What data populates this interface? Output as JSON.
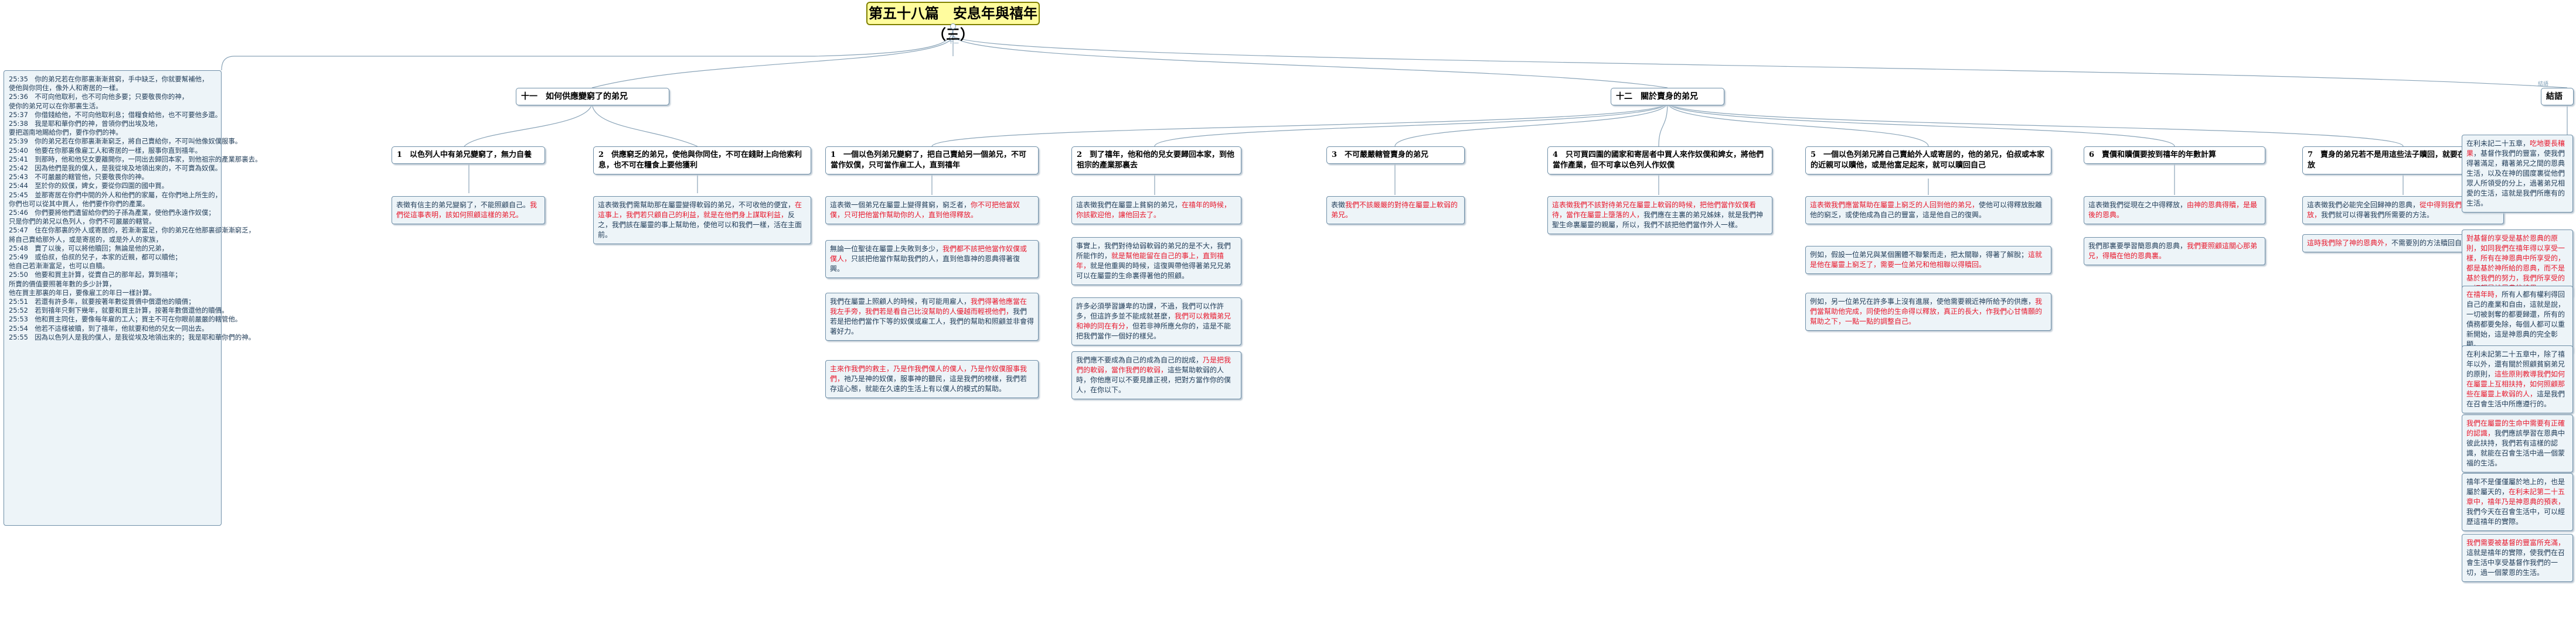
{
  "root": {
    "title": "第五十八篇　安息年與禧年（三）"
  },
  "verses": [
    "25:35　你的弟兄若在你那裏漸漸貧窮，手中缺乏，你就要幫補他，",
    "使他與你同住，像外人和寄居的一樣。",
    "25:36　不可向他取利，也不可向他多要；只要敬畏你的神，",
    "使你的弟兄可以在你那裏生活。",
    "25:37　你借錢給他，不可向他取利息；借糧食給他，也不可要他多還。",
    "25:38　我是耶和華你們的神，曾領你們出埃及地，",
    "要把迦南地賜給你們，要作你們的神。",
    "25:39　你的弟兄若在你那裏漸漸窮乏，將自己賣給你，不可叫他像奴僕服事。",
    "25:40　他要在你那裏像雇工人和寄居的一樣，服事你直到禧年。",
    "25:41　到那時，他和他兒女要離開你，一同出去歸回本家，到他祖宗的產業那裏去。",
    "25:42　因為他們是我的僕人，是我從埃及地領出來的，不可賣為奴僕。",
    "25:43　不可嚴嚴的轄管他，只要敬畏你的神。",
    "25:44　至於你的奴僕，婢女，要從你四圍的國中買。",
    "25:45　並那寄居在你們中間的外人和他們的家屬，在你們地上所生的，",
    "你們也可以從其中買人，他們要作你們的產業。",
    "25:46　你們要將他們遺留給你們的子孫為產業，使他們永遠作奴僕；",
    "只是你們的弟兄以色列人，你們不可嚴嚴的轄管。",
    "25:47　住在你那裏的外人或寄居的，若漸漸富足，你的弟兄在他那裏卻漸漸窮乏，",
    "將自己賣給那外人，或是寄居的，或是外人的家族，",
    "25:48　賣了以後，可以將他贖回；無論是他的兄弟，",
    "25:49　或伯叔，伯叔的兒子，本家的近親，都可以贖他；",
    "他自己若漸漸富足，也可以自贖。",
    "25:50　他要和買主計算，從賣自己的那年起，算到禧年；",
    "所賣的價值要照著年數的多少計算，",
    "他在買主那裏的年日，要像雇工的年日一樣計算。",
    "25:51　若還有許多年，就要按著年數從買價中償還他的贖價；",
    "25:52　若到禧年只剩下幾年，就要和買主計算，按著年數償還他的贖價。",
    "25:53　他和買主同住，要像每年雇的工人；買主不可在你眼前嚴嚴的轄管他。",
    "25:54　他若不這樣被贖，到了禧年，他就要和他的兒女一同出去。",
    "25:55　因為以色列人是我的僕人，是我從埃及地領出來的；我是耶和華你們的神。"
  ],
  "branches": {
    "b11": "十一　如何供應變窮了的弟兄",
    "b12": "十二　關於賣身的弟兄",
    "b13": "結語"
  },
  "b11_subs": {
    "s1": "1　以色列人中有弟兄變窮了，無力自養",
    "s2": "2　供應窮乏的弟兄，使他與你同住，不可在錢財上向他索利息，也不可在糧食上要他獲利"
  },
  "b11_notes": {
    "n1a": "表徵有信主的弟兄變窮了，不能照顧自己。",
    "n1b": "我們從這事表明，該如何照顧這樣的弟兄。",
    "n2a": "這表徵我們需幫助那在屬靈變得軟弱的弟兄，不可收他的便宜，",
    "n2b": "在這事上，我們若只顧自己的利益，就是在他們身上謀取利益，",
    "n2c": "反之，我們該在屬靈的事上幫助他，使他可以和我們一樣，活在主面前。"
  },
  "b12_subs": {
    "s1": "1　一個以色列弟兄變窮了，把自己賣給另一個弟兄，不可當作奴僕，只可當作雇工人，直到禧年",
    "s2": "2　到了禧年，他和他的兒女要歸回本家，到他祖宗的產業那裏去",
    "s3": "3　不可嚴嚴轄管賣身的弟兄",
    "s4": "4　只可買四圍的國家和寄居者中買人來作奴僕和婢女，將他們當作產業，但不可拿以色列人作奴僕",
    "s5": "5　一個以色列弟兄將自己賣給外人或寄居的，他的弟兄，伯叔或本家的近親可以贖他，或是他富足起來，就可以贖回自己",
    "s6": "6　賣價和贖價要按到禧年的年數計算",
    "s7": "7　賣身的弟兄若不是用這些法子贖回，就要在禧年得釋放"
  },
  "b12_notes": {
    "n1a1": "這表徵一個弟兄在屬靈上變得貧窮，窮乏者，",
    "n1a2": "你不可把他當奴僕，只可把他當作幫助你的人，直到他得釋放。",
    "n1b1": "無論一位聖徒在屬靈上失敗到多少，",
    "n1b2": "我們都不該把他當作奴僕或僕人，",
    "n1b3": "只該把他當作幫助我們的人，直到他靠神的恩典得著復興。",
    "n1c1": "我們在屬靈上照顧人的時候，有可能用雇人，",
    "n1c2": "我們得著他應當在我左手旁，我們若是看自己比沒幫助的人優越而輕視他們，",
    "n1c3": "我們若是把他們當作下等的奴僕或雇工人，我們的幫助和照顧並非會得著好力。",
    "n1d1": "主來作我們的救主，",
    "n1d2": "乃是作我們僕人的僕人，乃是作奴僕服事我們，",
    "n1d3": "祂乃是神的奴僕，服事神的聽民，這是我們的榜樣，我們若存這心態，就能在久遠的生活上有以僕人的模式的幫助。",
    "n2a1": "這表徵我們在屬靈上貧窮的弟兄，",
    "n2a2": "在禧年的時候，你該歡迎他，讓他回去了。",
    "n2b1": "事實上，我們對待幼弱軟弱的弟兄的是不大，我們所能作的，",
    "n2b2": "就是幫他能留在自己的事上，直到禧年，",
    "n2b3": "就是他重興的時候，這復興帶他得著弟兄兄弟可以在屬靈的生命裏得著他的照顧。",
    "n2c1": "許多必須學習謙卑的功課，不過，我們可以作許多，但這許多並不能成就甚麼，",
    "n2c2": "我們可以救贖弟兄和神的同在有分，",
    "n2c3": "但若非神所應允你的，這是不能把我們當作一個好的樣兒。",
    "n2d1": "我們應不要成為自己的成為自己的說成，",
    "n2d2": "乃是把我們的軟弱，當作我們的軟弱，",
    "n2d3": "這些幫助軟弱的人時，你他應可以不要見誰正視，把對方當作你的僕人，在你以下。",
    "n3a1": "表徵",
    "n3a2": "我們不該嚴嚴的對待在屬靈上軟弱的弟兄。",
    "n4a1": "這表徵我們不該對待弟兄在屬靈上軟弱的時候，",
    "n4a2": "把他們當作奴僕看待，當作在屬靈上墮落的人，",
    "n4a3": "我們應在主裏的弟兄姊妹，就是我們神聖生命裏屬靈的親屬，所以，我們不該把他們當作外人一樣。",
    "n5a1": "這表徵我們應當幫助在屬靈上窮乏的人回到他的弟兄，",
    "n5a2": "使他可以得釋放脫離他的窮乏，或使他成為自己的豐富，",
    "n5a3": "這是他自己的復興。",
    "n5b1": "例如，假設一位弟兄與某個團體不聯繫而走，把太關聯，得著了解脫；",
    "n5b2": "這就是他在屬靈上窮乏了，需要一位弟兄和他相聯以得贖回。",
    "n5c1": "例如，另一位弟兄在許多事上沒有進展，使他需要親近神所給予的供應，",
    "n5c2": "我們當幫助他完成，",
    "n5c3": "同使他的生命得以釋放，真正的長大，作我們心甘情願的幫助之下，一點一點的調整自己。",
    "n6a1": "這表徵我們從現在之中得釋放，",
    "n6a2": "由神的恩典得贖，是最後的恩典。",
    "n6b1": "我們那裏要學習簡恩典的恩典，",
    "n6b2": "我們要照顧這關心那弟兄，得贖在他的恩典裏。",
    "n7a1": "這表徵我們必能完全回歸神的恩典，",
    "n7a2": "從中得到我們所缺的釋放，",
    "n7a3": "我們就可以得著我們所需要的方法。",
    "n7b1": "這時我們除了神的恩典外，",
    "n7b2": "不需要別的方法贖回自己。"
  },
  "b13_notes": {
    "n1a": "在利未記二十五章，",
    "n1b": "吃地要長穰果",
    "n1c": "，基督作我們的豐富，使我們得著滿足，藉著弟兄之間的恩典生活，以及在神的國度裏從他們眾人所領受的分上，過著弟兄相愛的生活，這就是我們所應有的生活。",
    "n2a": "對基督的享受是基於恩典的原則，如同我們在禧年得以享受一樣，",
    "n2b": "所有在神恩典中所享受的，都是基於神所給的恩典，而不是基於我們的努力，我們所享受的一切都是神恩典的結果。",
    "n3a": "在禧年時，",
    "n3b": "所有人都有權利得回自己的產業和自由，",
    "n3c": "這就是說，一切被剝奪的都要歸還，所有的債務都要免除，每個人都可以重新開始，這是神恩典的完全彰顯。",
    "n4a": "在利未記第二十五章中，除了禧年以外，還有關於照顧貧窮弟兄的原則，",
    "n4b": "這些原則教導我們如何在屬靈上互相扶持，如何照顧那些在屬靈上軟弱的人，",
    "n4c": "這是我們在召會生活中所應遵行的。",
    "n5a": "我們在屬靈的生命中需要有正確的認識，",
    "n5b": "我們應該學習在恩典中彼此扶持，",
    "n5c": "我們若有這樣的認識，就能在召會生活中過一個蒙福的生活。",
    "n6a": "禧年不是僅僅屬於地上的，也是屬於屬天的，",
    "n6b": "在利未記第二十五章中，禧年乃是神恩典的預表，",
    "n6c": "我們今天在召會生活中，可以經歷這禧年的實際。",
    "n7a": "我們需要被基督的豐富所充滿，",
    "n7b": "這就是禧年的實際，",
    "n7c": "使我們在召會生活中享受基督作我們的一切，過一個蒙恩的生活。"
  },
  "labels": {
    "c1": "十二",
    "c2": "結語"
  }
}
